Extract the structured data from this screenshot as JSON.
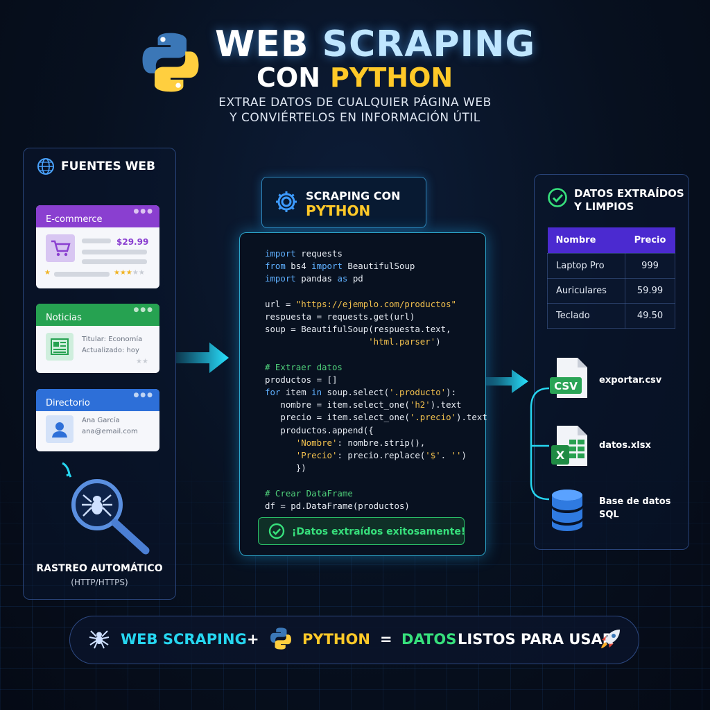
{
  "header": {
    "title_line1_a": "WEB",
    "title_line1_b": "SCRAPING",
    "title_line2_a": "CON",
    "title_line2_b": "PYTHON",
    "subtitle_line1": "EXTRAE DATOS DE CUALQUIER PÁGINA WEB",
    "subtitle_line2": "Y CONVIÉRTELOS EN INFORMACIÓN ÚTIL"
  },
  "sources": {
    "title": "FUENTES WEB",
    "ecommerce": {
      "label": "E-commerce",
      "price": "$29.99"
    },
    "news": {
      "label": "Noticias",
      "line1": "Titular:  Economía",
      "line2": "Actualizado:  hoy"
    },
    "directory": {
      "label": "Directorio",
      "name": "Ana García",
      "email": "ana@email.com"
    },
    "crawl_title": "RASTREO AUTOMÁTICO",
    "crawl_sub": "(HTTP/HTTPS)"
  },
  "scraping": {
    "title_line1": "SCRAPING CON",
    "title_line2": "PYTHON",
    "code": [
      [
        [
          "kw",
          "import"
        ],
        [
          "t",
          " requests"
        ]
      ],
      [
        [
          "kw",
          "from"
        ],
        [
          "t",
          " bs4 "
        ],
        [
          "kw",
          "import"
        ],
        [
          "t",
          " BeautifulSoup"
        ]
      ],
      [
        [
          "kw",
          "import"
        ],
        [
          "t",
          " pandas "
        ],
        [
          "kw",
          "as"
        ],
        [
          "t",
          " pd"
        ]
      ],
      [],
      [
        [
          "t",
          "url = "
        ],
        [
          "st",
          "\"https://ejemplo.com/productos\""
        ]
      ],
      [
        [
          "t",
          "respuesta = requests.get(url)"
        ]
      ],
      [
        [
          "t",
          "soup = BeautifulSoup(respuesta.text,"
        ]
      ],
      [
        [
          "t",
          "                    "
        ],
        [
          "st",
          "'html.parser'"
        ],
        [
          "t",
          ")"
        ]
      ],
      [],
      [
        [
          "cm",
          "# Extraer datos"
        ]
      ],
      [
        [
          "t",
          "productos = []"
        ]
      ],
      [
        [
          "kw",
          "for"
        ],
        [
          "t",
          " item "
        ],
        [
          "kw",
          "in"
        ],
        [
          "t",
          " soup.select("
        ],
        [
          "st",
          "'.producto'"
        ],
        [
          "t",
          "):"
        ]
      ],
      [
        [
          "t",
          "   nombre = item.select_one("
        ],
        [
          "st",
          "'h2'"
        ],
        [
          "t",
          ").text"
        ]
      ],
      [
        [
          "t",
          "   precio = item.select_one("
        ],
        [
          "st",
          "'.precio'"
        ],
        [
          "t",
          ").text"
        ]
      ],
      [
        [
          "t",
          "   productos.append({"
        ]
      ],
      [
        [
          "t",
          "      "
        ],
        [
          "st",
          "'Nombre'"
        ],
        [
          "t",
          ": nombre.strip(),"
        ]
      ],
      [
        [
          "t",
          "      "
        ],
        [
          "st",
          "'Precio'"
        ],
        [
          "t",
          ": precio.replace("
        ],
        [
          "st",
          "'$'"
        ],
        [
          "t",
          ". "
        ],
        [
          "st",
          "''"
        ],
        [
          "t",
          ")"
        ]
      ],
      [
        [
          "t",
          "      })"
        ]
      ],
      [],
      [
        [
          "cm",
          "# Crear DataFrame"
        ]
      ],
      [
        [
          "t",
          "df = pd.DataFrame(productos)"
        ]
      ]
    ],
    "success_message": "¡Datos extraídos exitosamente!"
  },
  "results": {
    "title_line1": "DATOS EXTRAÍDOS",
    "title_line2": "Y LIMPIOS",
    "table": {
      "headers": [
        "Nombre",
        "Precio"
      ],
      "rows": [
        [
          "Laptop Pro",
          "999"
        ],
        [
          "Auriculares",
          "59.99"
        ],
        [
          "Teclado",
          "49.50"
        ]
      ]
    },
    "exports": {
      "csv_badge": "CSV",
      "csv_label": "exportar.csv",
      "xlsx_badge": "X",
      "xlsx_label": "datos.xlsx",
      "sql_label_line1": "Base de datos",
      "sql_label_line2": "SQL"
    }
  },
  "footer": {
    "part1": "WEB SCRAPING",
    "plus": "+",
    "part2": "PYTHON",
    "equals": "=",
    "part3a": "DATOS",
    "part3b": "LISTOS PARA USAR"
  },
  "colors": {
    "accent_cyan": "#26d6f0",
    "python_yellow": "#ffc928",
    "python_blue": "#3b77b7",
    "success_green": "#37e07c",
    "table_header": "#4b2ad0"
  },
  "icons": [
    "python-logo-icon",
    "globe-icon",
    "cart-icon",
    "news-icon",
    "user-icon",
    "magnifier-spider-icon",
    "gear-icon",
    "check-circle-icon",
    "csv-file-icon",
    "excel-file-icon",
    "database-icon",
    "spider-icon",
    "rocket-icon",
    "arrow-right-icon"
  ]
}
